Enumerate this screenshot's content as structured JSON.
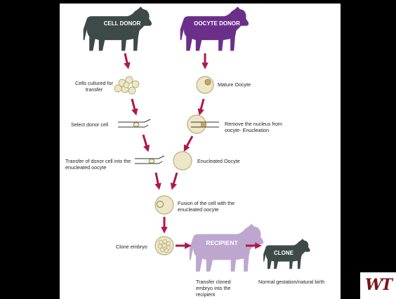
{
  "nodes": {
    "cell_donor": "CELL DONOR",
    "oocyte_donor": "OOCYTE DONOR",
    "recipient": "RECIPIENT",
    "clone": "CLONE"
  },
  "steps": {
    "cells_cultured": "Cells cultured for transfer",
    "mature_oocyte": "Mature Oocyte",
    "select_donor_cell": "Select donor cell",
    "remove_nucleus": "Remove the nucleus from oocyte- Enucleation",
    "transfer_donor_cell": "Transfer of donor cell into the enucleated oocyte",
    "enucleated_oocyte": "Enucleated Oocyte",
    "fusion": "Fusion of the cell with the enucleated oocyte",
    "clone_embryo": "Clone embryo",
    "transfer_embryo": "Transfer cloned embryo into the recipient",
    "gestation": "Normal gestation/natural birth"
  },
  "logo": {
    "text": "WT"
  },
  "colors": {
    "cell_donor_cow": "#3d4a47",
    "oocyte_donor_cow": "#6b2f8a",
    "recipient_cow": "#bda7cf",
    "clone_cow": "#3d4a47",
    "arrow": "#b0174a",
    "cell_fill": "#ede7c7",
    "cell_stroke": "#b8ae7e"
  }
}
